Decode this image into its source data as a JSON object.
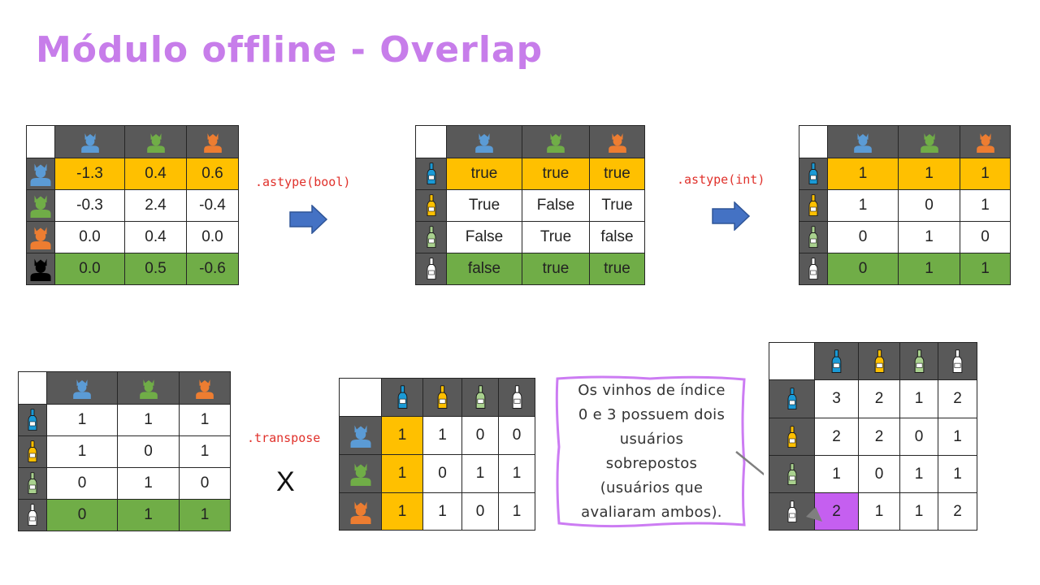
{
  "title": "Módulo offline - Overlap",
  "colors": {
    "title": "#c77dea",
    "header_bg": "#595959",
    "yellow_row": "#ffc000",
    "green_row": "#70ad47",
    "highlight": "#c55ff0",
    "code": "#e0312b",
    "arrow": "#4472c4",
    "user_blue": "#5b9bd5",
    "user_green": "#70ad47",
    "user_orange": "#ed7d31",
    "bottle_blue": "#1a9ad6",
    "bottle_yellow": "#ffc000",
    "bottle_green": "#a9d18e",
    "bottle_white": "#ffffff"
  },
  "icons": {
    "users": [
      "user-blue-icon",
      "user-green-icon",
      "user-orange-icon"
    ],
    "wines": [
      "wine-bottle-blue-icon",
      "wine-bottle-yellow-icon",
      "wine-bottle-green-icon",
      "wine-bottle-white-icon"
    ]
  },
  "ops": {
    "astype_bool": ".astype(bool)",
    "astype_int": ".astype(int)",
    "transpose": ".transpose",
    "multiply": "X"
  },
  "ratings_table": {
    "rows": [
      [
        "-1.3",
        "0.4",
        "0.6"
      ],
      [
        "-0.3",
        "2.4",
        "-0.4"
      ],
      [
        "0.0",
        "0.4",
        "0.0"
      ],
      [
        "0.0",
        "0.5",
        "-0.6"
      ]
    ]
  },
  "bool_table": {
    "rows": [
      [
        "true",
        "true",
        "true"
      ],
      [
        "True",
        "False",
        "True"
      ],
      [
        "False",
        "True",
        "false"
      ],
      [
        "false",
        "true",
        "true"
      ]
    ]
  },
  "int_table": {
    "rows": [
      [
        "1",
        "1",
        "1"
      ],
      [
        "1",
        "0",
        "1"
      ],
      [
        "0",
        "1",
        "0"
      ],
      [
        "0",
        "1",
        "1"
      ]
    ]
  },
  "left_matrix": {
    "rows": [
      [
        "1",
        "1",
        "1"
      ],
      [
        "1",
        "0",
        "1"
      ],
      [
        "0",
        "1",
        "0"
      ],
      [
        "0",
        "1",
        "1"
      ]
    ]
  },
  "transposed_matrix": {
    "rows": [
      [
        "1",
        "1",
        "0",
        "0"
      ],
      [
        "1",
        "0",
        "1",
        "1"
      ],
      [
        "1",
        "1",
        "0",
        "1"
      ]
    ]
  },
  "overlap_matrix": {
    "rows": [
      [
        "3",
        "2",
        "1",
        "2"
      ],
      [
        "2",
        "2",
        "0",
        "1"
      ],
      [
        "1",
        "0",
        "1",
        "1"
      ],
      [
        "2",
        "1",
        "1",
        "2"
      ]
    ]
  },
  "note": {
    "lines": [
      "Os vinhos de índice",
      "0 e 3 possuem dois",
      "usuários",
      "sobrepostos",
      "(usuários que",
      "avaliaram ambos)."
    ]
  }
}
